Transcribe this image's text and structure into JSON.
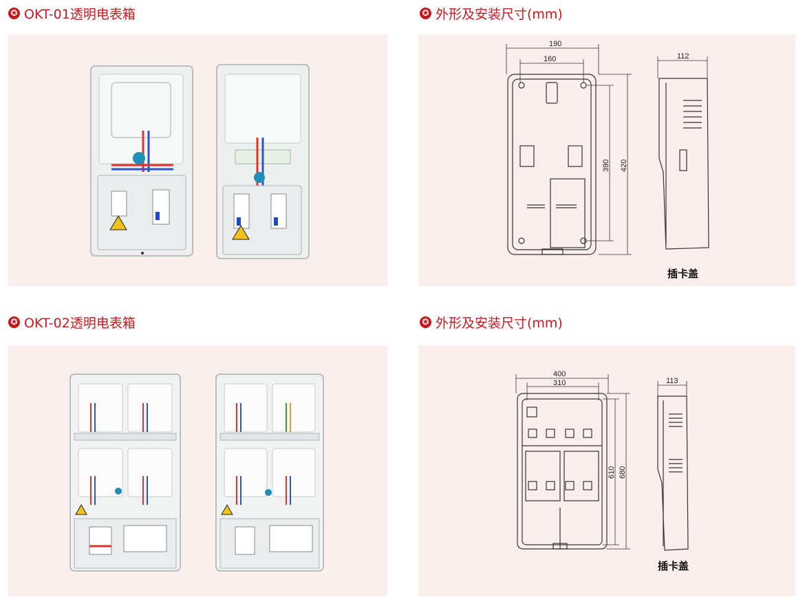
{
  "sections": [
    {
      "photo_title": "OKT-01透明电表箱",
      "drawing_title": "外形及安装尺寸(mm)",
      "dimensions": {
        "front_width_outer": "190",
        "front_width_inner": "160",
        "height_inner": "390",
        "height_outer": "420",
        "side_depth": "112"
      },
      "caption": "插卡盖"
    },
    {
      "photo_title": "OKT-02透明电表箱",
      "drawing_title": "外形及安装尺寸(mm)",
      "dimensions": {
        "front_width_outer": "400",
        "front_width_inner": "310",
        "height_inner": "610",
        "height_outer": "680",
        "side_depth": "113"
      },
      "caption": "插卡盖"
    }
  ],
  "icons": {
    "heading_icon": "star-circle-icon"
  },
  "colors": {
    "accent": "#c8171e",
    "panel_bg": "#fbefed"
  }
}
